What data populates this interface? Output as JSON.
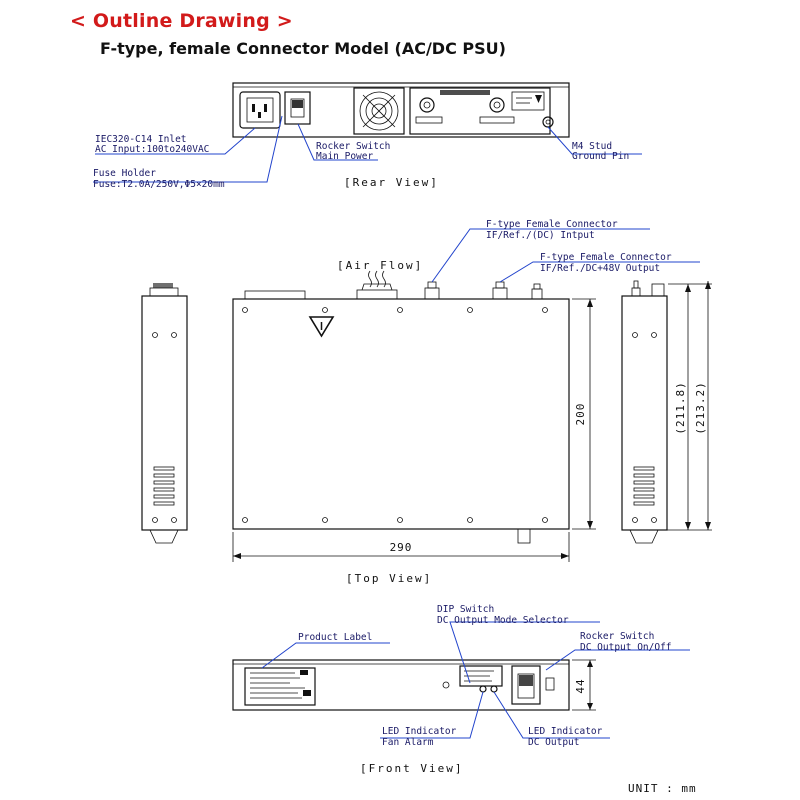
{
  "title": "< Outline Drawing >",
  "subtitle": "F-type, female Connector Model (AC/DC PSU)",
  "views": {
    "rear": "[Rear View]",
    "top": "[Top View]",
    "front": "[Front View]"
  },
  "rear_labels": {
    "inlet_line1": "IEC320-C14 Inlet",
    "inlet_line2": "AC Input:100to240VAC",
    "fuse_line1": "Fuse Holder",
    "fuse_line2": "Fuse:T2.0A/250V,Φ5×20mm",
    "rocker_line1": "Rocker Switch",
    "rocker_line2": "Main Power",
    "stud_line1": "M4 Stud",
    "stud_line2": "Ground Pin"
  },
  "top_labels": {
    "conn1_line1": "F-type Female Connector",
    "conn1_line2": "IF/Ref./(DC) Intput",
    "conn2_line1": "F-type Female Connector",
    "conn2_line2": "IF/Ref./DC+48V Output",
    "airflow": "[Air Flow]",
    "dim_width": "290",
    "dim_depth": "200",
    "dim_depth2": "(211.8)",
    "dim_depth3": "(213.2)"
  },
  "front_labels": {
    "product_label": "Product Label",
    "dip_line1": "DIP Switch",
    "dip_line2": "DC Output Mode Selector",
    "rocker_line1": "Rocker Switch",
    "rocker_line2": "DC Output On/Off",
    "led1_line1": "LED Indicator",
    "led1_line2": "Fan Alarm",
    "led2_line1": "LED Indicator",
    "led2_line2": "DC Output",
    "dim_height": "44"
  },
  "unit": "UNIT  : mm"
}
